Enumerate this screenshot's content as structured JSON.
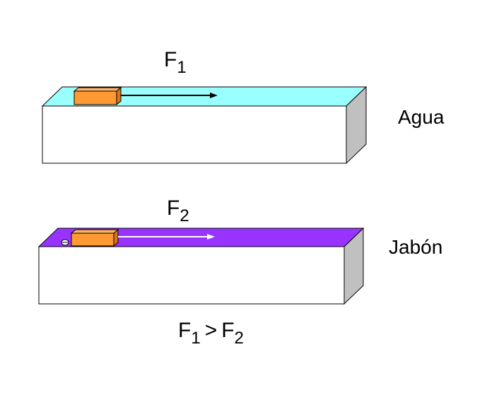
{
  "setups": [
    {
      "force_label": "F",
      "force_subscript": "1",
      "surface_label": "Agua",
      "surface_color": "#99FFFF",
      "arrow_color": "#000000"
    },
    {
      "force_label": "F",
      "force_subscript": "2",
      "surface_label": "Jabón",
      "surface_color": "#9933FF",
      "arrow_color": "#FFFFFF"
    }
  ],
  "comparison": {
    "left_symbol": "F",
    "left_subscript": "1",
    "operator": ">",
    "right_symbol": "F",
    "right_subscript": "2"
  },
  "colors": {
    "block_front": "#FF9933",
    "block_top": "#FFB366",
    "block_side": "#D9731F",
    "slab_front": "#FFFFFF",
    "slab_side": "#C0C0C0"
  }
}
